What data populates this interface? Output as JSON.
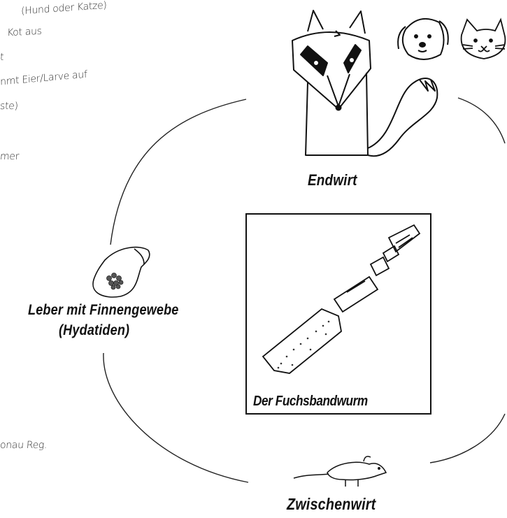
{
  "notes": {
    "line1": "(Hund oder Katze)",
    "line2": "Kot aus",
    "line3": "t",
    "line4": "nmt Eier/Larve auf",
    "line5": "ste)",
    "line6": "mer",
    "line7": "onau Reg."
  },
  "labels": {
    "endwirt": "Endwirt",
    "leber_line1": "Leber mit Finnengewebe",
    "leber_line2": "(Hydatiden)",
    "center_title": "Der Fuchsbandwurm",
    "zwischenwirt": "Zwischenwirt"
  }
}
